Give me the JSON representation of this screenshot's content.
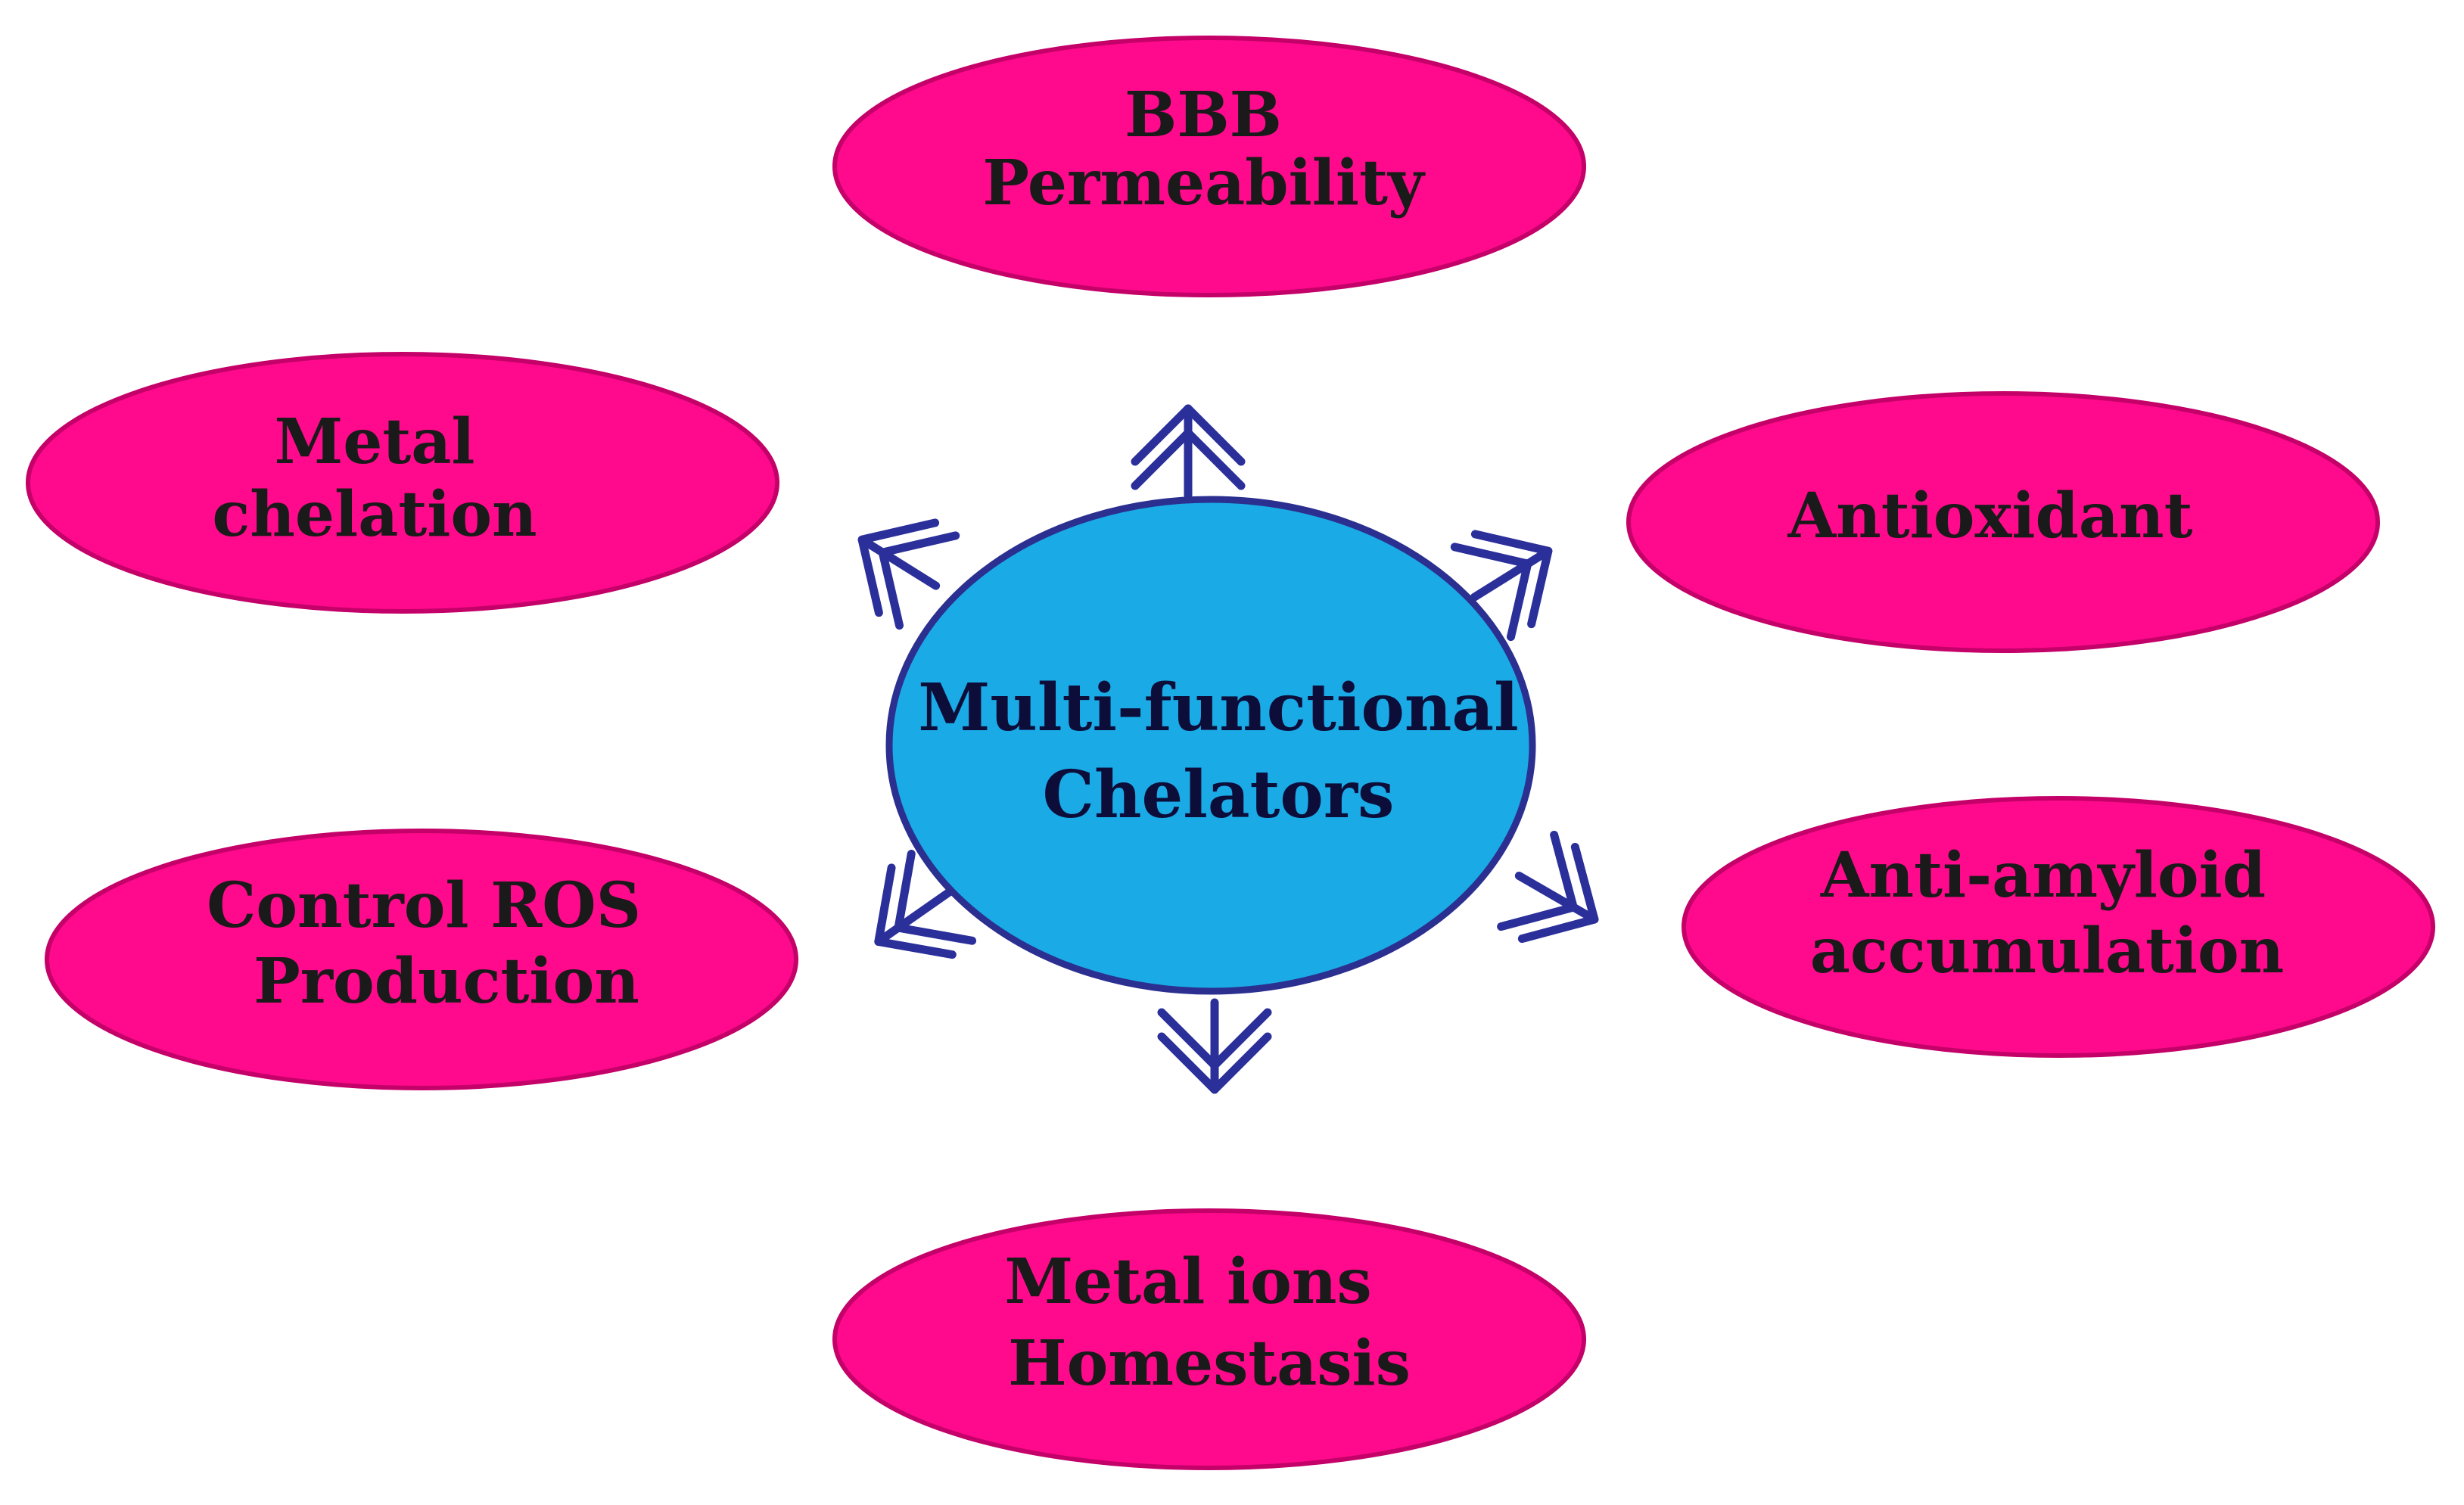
{
  "colors": {
    "node_fill": "#ff0a8c",
    "node_stroke": "#c40069",
    "center_fill": "#1aaae6",
    "center_stroke": "#2b2f8f",
    "arrow_color": "#2b2f9a",
    "text_color": "#1a1a1a"
  },
  "center": {
    "line1": "Multi-functional",
    "line2": "Chelators"
  },
  "nodes": [
    {
      "id": "bbb-permeability",
      "line1": "BBB",
      "line2": "Permeability"
    },
    {
      "id": "metal-chelation",
      "line1": "Metal",
      "line2": "chelation"
    },
    {
      "id": "antioxidant",
      "line1": "Antioxidant",
      "line2": ""
    },
    {
      "id": "control-ros-production",
      "line1": "Control ROS",
      "line2": "Production"
    },
    {
      "id": "anti-amyloid-accumulation",
      "line1": "Anti-amyloid",
      "line2": "accumulation"
    },
    {
      "id": "metal-ions-homestasis",
      "line1": "Metal ions",
      "line2": "Homestasis"
    }
  ],
  "arrows": [
    {
      "name": "arrow-up",
      "direction": "up"
    },
    {
      "name": "arrow-upper-left",
      "direction": "upper-left"
    },
    {
      "name": "arrow-upper-right",
      "direction": "upper-right"
    },
    {
      "name": "arrow-lower-left",
      "direction": "lower-left"
    },
    {
      "name": "arrow-lower-right",
      "direction": "lower-right"
    },
    {
      "name": "arrow-down",
      "direction": "down"
    }
  ]
}
